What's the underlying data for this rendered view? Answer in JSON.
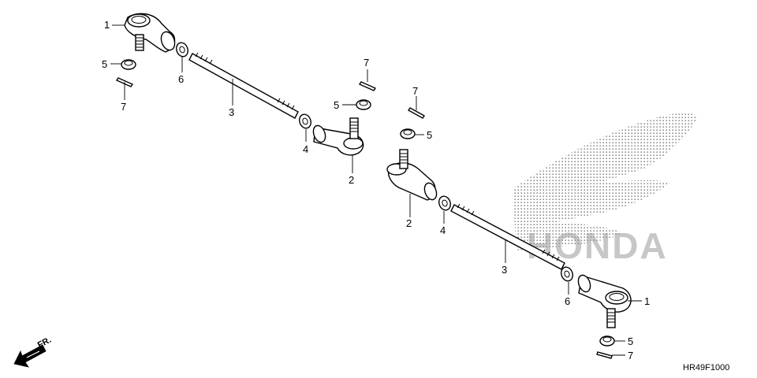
{
  "logo": {
    "text": "HONDA",
    "color": "#9a9a9a"
  },
  "diagram_code": "HR49F1000",
  "direction_label": "FR.",
  "callouts": [
    {
      "id": "c1a",
      "text": "1"
    },
    {
      "id": "c5a",
      "text": "5"
    },
    {
      "id": "c7a",
      "text": "7"
    },
    {
      "id": "c6a",
      "text": "6"
    },
    {
      "id": "c3a",
      "text": "3"
    },
    {
      "id": "c7b",
      "text": "7"
    },
    {
      "id": "c5b",
      "text": "5"
    },
    {
      "id": "c4a",
      "text": "4"
    },
    {
      "id": "c2a",
      "text": "2"
    },
    {
      "id": "c7c",
      "text": "7"
    },
    {
      "id": "c5c",
      "text": "5"
    },
    {
      "id": "c2b",
      "text": "2"
    },
    {
      "id": "c4b",
      "text": "4"
    },
    {
      "id": "c3b",
      "text": "3"
    },
    {
      "id": "c6b",
      "text": "6"
    },
    {
      "id": "c1b",
      "text": "1"
    },
    {
      "id": "c5d",
      "text": "5"
    },
    {
      "id": "c7d",
      "text": "7"
    }
  ]
}
